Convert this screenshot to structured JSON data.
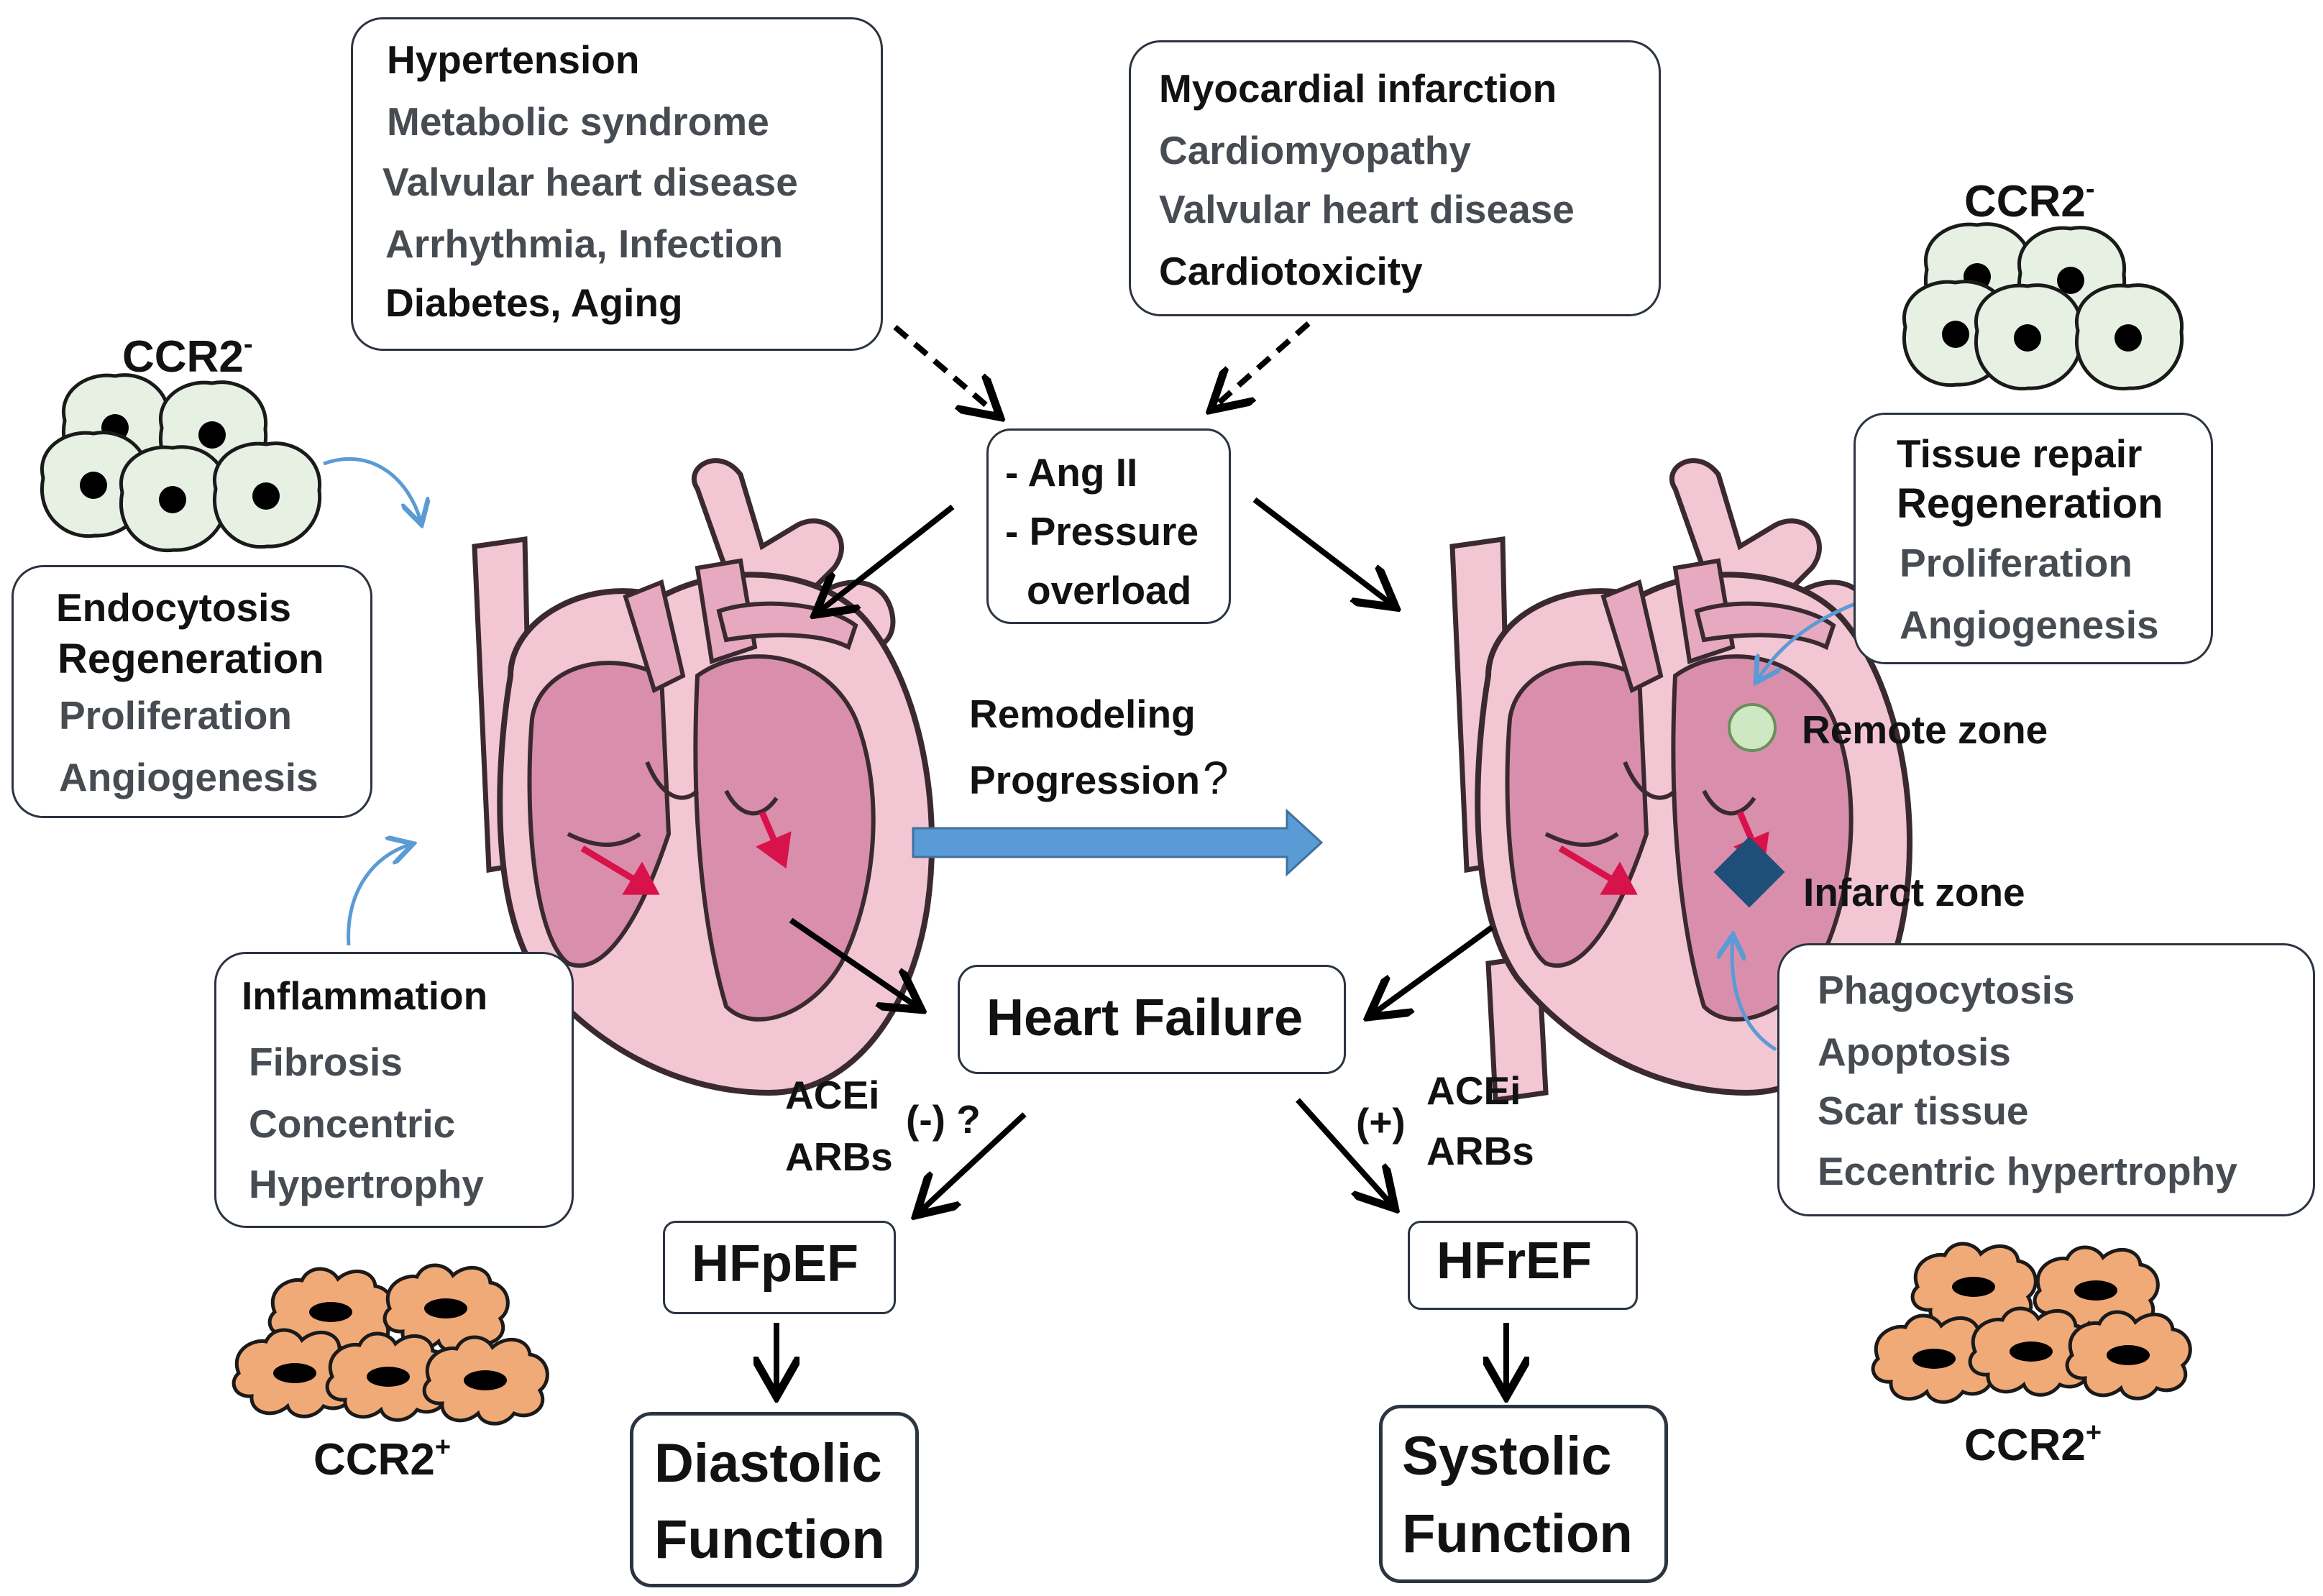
{
  "top_left_box": {
    "lines": [
      "Hypertension",
      "Metabolic syndrome",
      "Valvular heart disease",
      "Arrhythmia, Infection",
      "Diabetes, Aging"
    ]
  },
  "top_right_box": {
    "lines": [
      "Myocardial infarction",
      "Cardiomyopathy",
      "Valvular heart disease",
      "Cardiotoxicity"
    ]
  },
  "center_box": {
    "lines": [
      "- Ang II",
      "- Pressure",
      "overload"
    ]
  },
  "ccr2_labels": {
    "base": "CCR2",
    "minus": "-",
    "plus": "+"
  },
  "left_top_box": {
    "lines": [
      "Endocytosis",
      "Regeneration",
      "Proliferation",
      "Angiogenesis"
    ]
  },
  "left_bottom_box": {
    "lines": [
      "Inflammation",
      "Fibrosis",
      "Concentric",
      "Hypertrophy"
    ]
  },
  "right_top_box": {
    "lines": [
      "Tissue repair",
      "Regeneration",
      "Proliferation",
      "Angiogenesis"
    ]
  },
  "right_bottom_box": {
    "lines": [
      "Phagocytosis",
      "Apoptosis",
      "Scar tissue",
      "Eccentric hypertrophy"
    ]
  },
  "remodeling": {
    "line1": "Remodeling",
    "line2": "Progression",
    "mark": "?"
  },
  "zones": {
    "remote": "Remote zone",
    "infarct": "Infarct zone"
  },
  "heart_failure": "Heart Failure",
  "left_treatment": {
    "drug1": "ACEi",
    "drug2": "ARBs",
    "effect": "(-) ?"
  },
  "right_treatment": {
    "drug1": "ACEi",
    "drug2": "ARBs",
    "effect": "(+)"
  },
  "hfpef": "HFpEF",
  "hfref": "HFrEF",
  "diastolic": {
    "line1": "Diastolic",
    "line2": "Function"
  },
  "systolic": {
    "line1": "Systolic",
    "line2": "Function"
  },
  "colors": {
    "heart_fill": "#f3c6d4",
    "heart_inner": "#d98fac",
    "heart_outline": "#3a2a30",
    "blood_arrow": "#d8124a",
    "blue_arrow": "#5b9bd5",
    "curved_arrow": "#5b9bd5",
    "ccr2_minus_cell": "#e6f1e3",
    "ccr2_plus_cell": "#f0aa78",
    "remote_zone": "#cfe8c4",
    "infarct_zone": "#1f4e79"
  }
}
